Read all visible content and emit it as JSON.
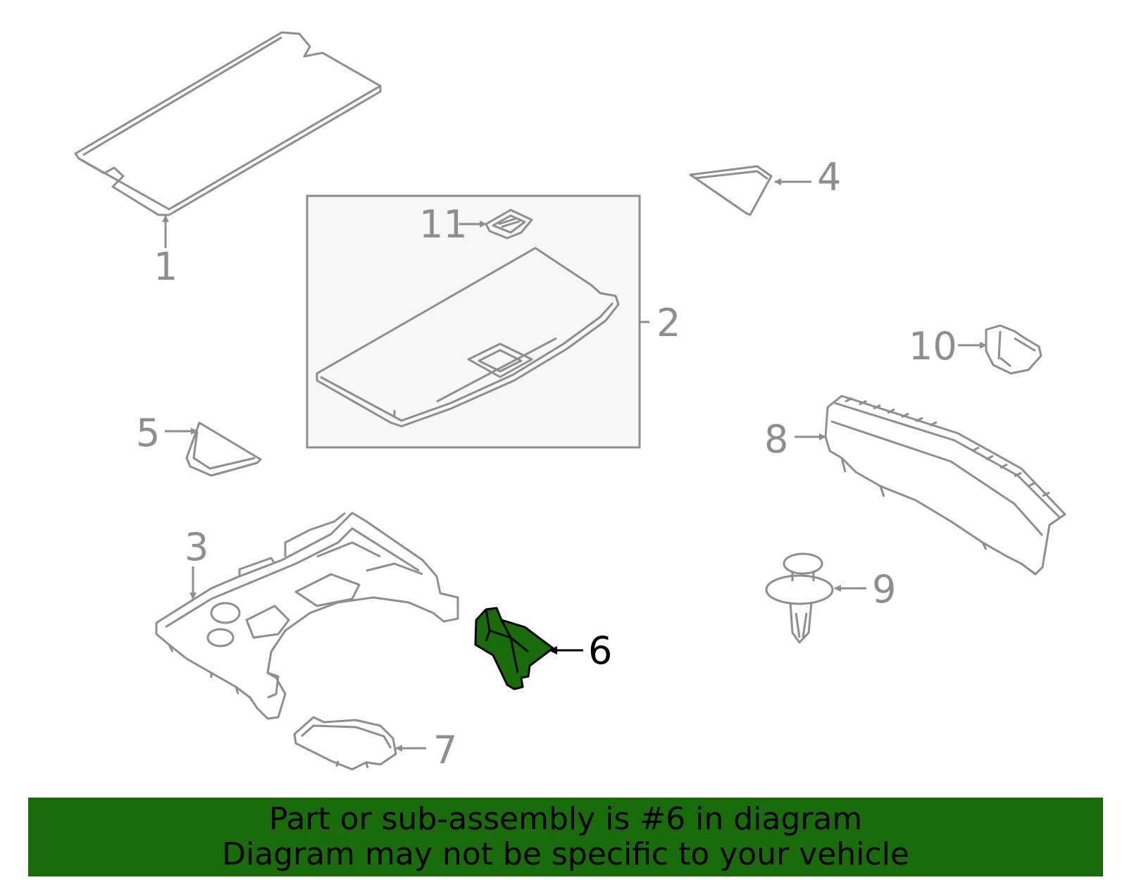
{
  "callouts": {
    "c1": "1",
    "c2": "2",
    "c3": "3",
    "c4": "4",
    "c5": "5",
    "c6": "6",
    "c7": "7",
    "c8": "8",
    "c9": "9",
    "c10": "10",
    "c11": "11"
  },
  "highlighted_part": "6",
  "colors": {
    "outline": "#8e8e8e",
    "highlight_fill": "#1a6b0c",
    "inset_fill": "#f7f7f7",
    "banner_background": "#1a6b0c"
  },
  "banner": {
    "line1": "Part or sub-assembly is #6 in diagram",
    "line2": "Diagram may not be specific to your vehicle"
  }
}
